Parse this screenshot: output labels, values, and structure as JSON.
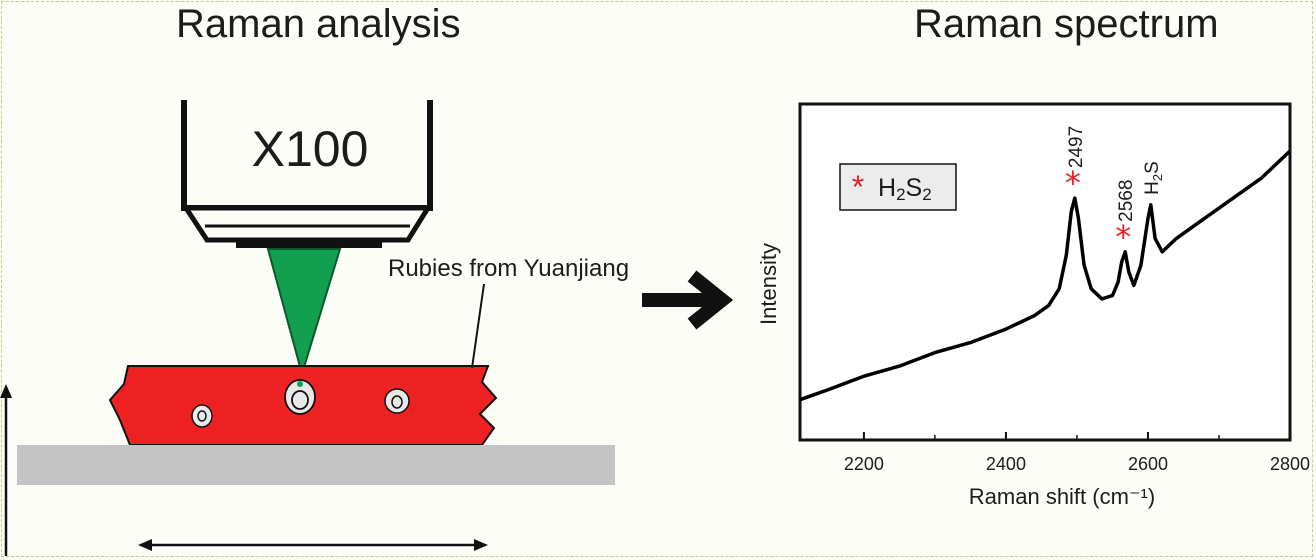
{
  "figure": {
    "left_title": "Raman analysis",
    "right_title": "Raman spectrum",
    "objective_label": "X100",
    "sample_label": "Rubies from Yuanjiang"
  },
  "colors": {
    "ruby": "#ee2222",
    "laser": "#12a050",
    "stage": "#c4c4c4",
    "marker": "#e8202a",
    "spectrum": "#000000"
  },
  "chart_data": {
    "type": "line",
    "xlabel": "Raman shift (cm⁻¹)",
    "ylabel": "Intensity",
    "xlim": [
      2110,
      2800
    ],
    "ylim": [
      0,
      1
    ],
    "xticks": [
      2200,
      2400,
      2600,
      2800
    ],
    "xtick_labels": [
      "2200",
      "2400",
      "2600",
      "2800"
    ],
    "grid": false,
    "legend": {
      "position": "top-left",
      "marker": "*",
      "label": "H2S2"
    },
    "series": [
      {
        "x": [
          2110,
          2150,
          2200,
          2250,
          2300,
          2350,
          2400,
          2440,
          2460,
          2475,
          2485,
          2492,
          2497,
          2502,
          2510,
          2520,
          2535,
          2550,
          2558,
          2563,
          2568,
          2573,
          2580,
          2590,
          2600,
          2604,
          2610,
          2620,
          2640,
          2680,
          2720,
          2760,
          2800
        ],
        "y": [
          0.12,
          0.15,
          0.19,
          0.22,
          0.26,
          0.29,
          0.33,
          0.37,
          0.4,
          0.45,
          0.55,
          0.68,
          0.72,
          0.66,
          0.52,
          0.45,
          0.42,
          0.43,
          0.47,
          0.53,
          0.56,
          0.5,
          0.46,
          0.52,
          0.66,
          0.7,
          0.6,
          0.56,
          0.6,
          0.66,
          0.72,
          0.78,
          0.86
        ]
      }
    ],
    "peaks": [
      {
        "x": 2497,
        "label": "2497",
        "marked": true
      },
      {
        "x": 2568,
        "label": "2568",
        "marked": true
      },
      {
        "x": 2604,
        "label": "H2S",
        "marked": false
      }
    ]
  }
}
